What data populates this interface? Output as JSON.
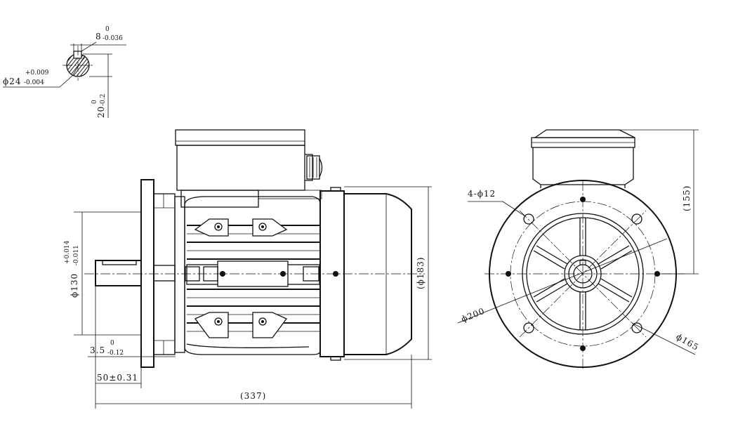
{
  "key_section": {
    "key_width": "8",
    "key_width_tol_upper": "0",
    "key_width_tol_lower": "-0.036",
    "shaft_diameter": "ϕ24",
    "shaft_tol_upper": "+0.009",
    "shaft_tol_lower": "-0.004",
    "key_depth": "20",
    "key_depth_tol_upper": "0",
    "key_depth_tol_lower": "-0.2"
  },
  "side_view": {
    "spigot_diameter": "ϕ130",
    "spigot_tol_upper": "+0.014",
    "spigot_tol_lower": "-0.011",
    "flange_thickness": "3.5",
    "flange_tol_upper": "0",
    "flange_tol_lower": "-0.12",
    "shaft_length": "50±0.31",
    "overall_length": "(337)",
    "frame_height": "(ϕ183)"
  },
  "end_view": {
    "holes": "4-ϕ12",
    "flange_outer_diameter": "ϕ200",
    "pitch_circle_diameter": "ϕ165",
    "height": "(155)"
  }
}
